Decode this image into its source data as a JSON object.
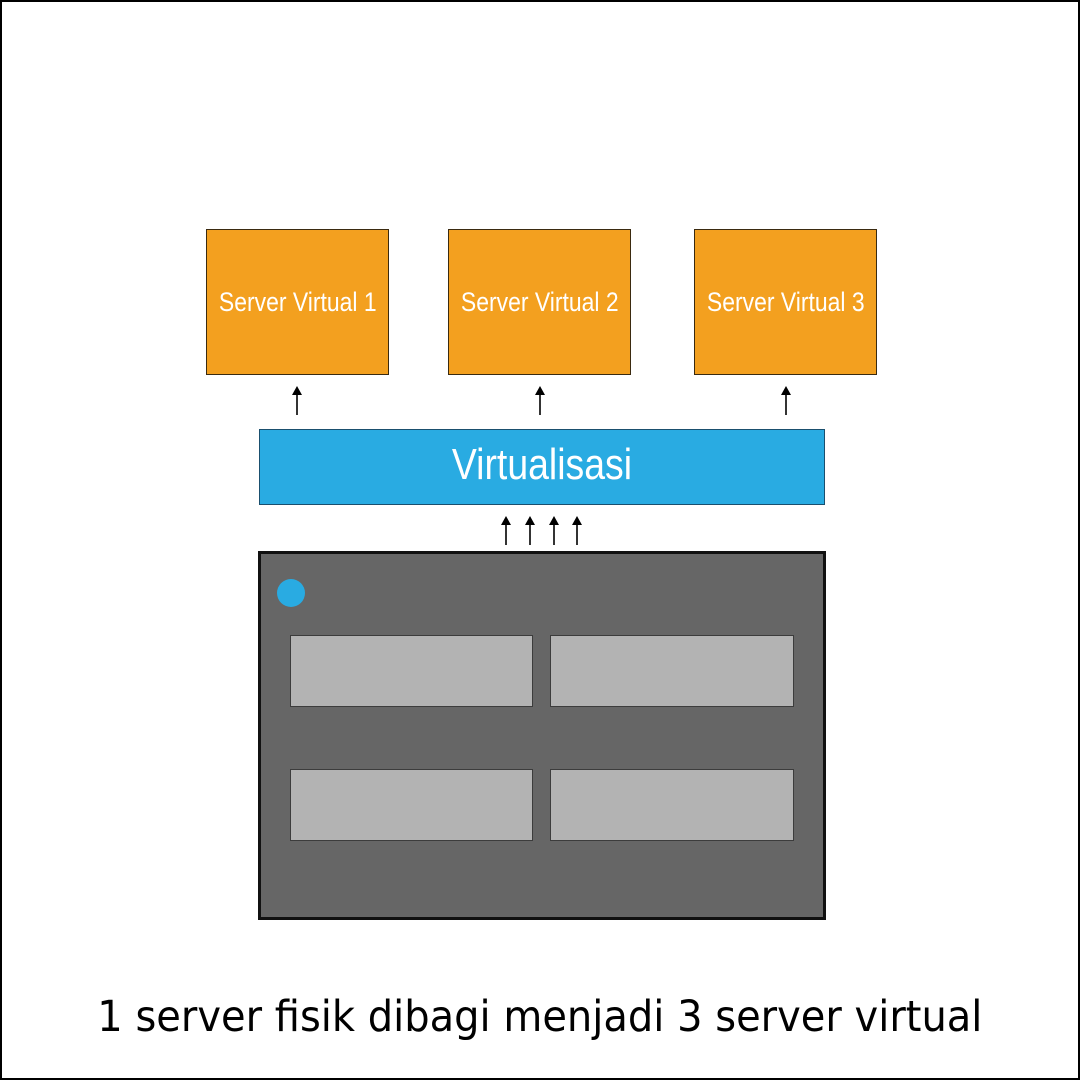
{
  "virtual_servers": [
    {
      "label": "Server Virtual 1"
    },
    {
      "label": "Server Virtual 2"
    },
    {
      "label": "Server Virtual 3"
    }
  ],
  "virtualization_layer": {
    "label": "Virtualisasi"
  },
  "physical_server": {
    "drive_bays": 4,
    "indicator": "power-led"
  },
  "caption": "1 server fisik dibagi menjadi 3 server virtual",
  "colors": {
    "virtual_server_fill": "#f3a01f",
    "virtualization_fill": "#29abe2",
    "physical_server_fill": "#666666",
    "drive_bay_fill": "#b3b3b3",
    "led": "#29abe2",
    "arrow": "#000000"
  },
  "icons": {
    "arrow": "arrow-up-icon",
    "led": "status-led-icon"
  }
}
